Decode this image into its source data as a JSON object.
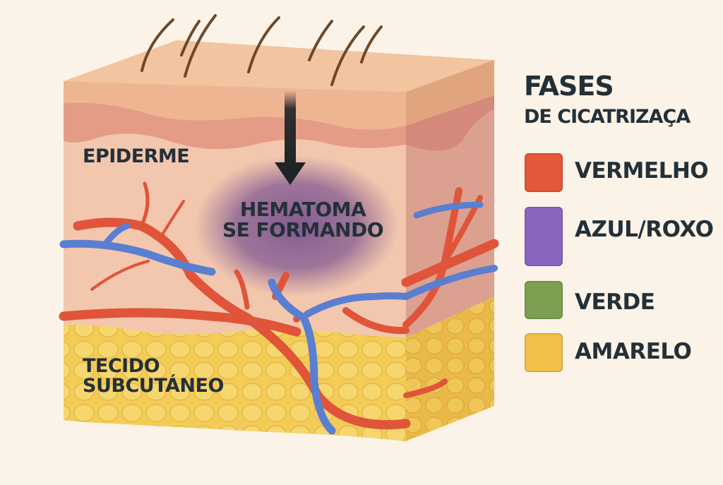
{
  "diagram": {
    "layers": {
      "epidermis_label": "EPIDERME",
      "subcutaneous_label_line1": "TECIDO",
      "subcutaneous_label_line2": "SUBCUTÁNEO"
    },
    "hematoma": {
      "label_line1": "HEMATOMA",
      "label_line2": "SE FORMANDO"
    },
    "arrow": {
      "direction": "down",
      "color": "#1f2326"
    },
    "colors": {
      "background": "#fbf3e8",
      "skin_top": "#f2c4a0",
      "epidermis": "#eeb592",
      "dermis_band": "#e59c86",
      "dermis": "#f3c6ae",
      "side_face": "#d99d88",
      "fat": "#f3cc57",
      "artery": "#e0543a",
      "vein": "#5a7fd0",
      "bruise": "#6f4a8c",
      "hair": "#6b4a2a",
      "text": "#243038"
    }
  },
  "legend": {
    "title_line1": "FASES",
    "title_line2": "DE CICATRIZAÇA",
    "items": [
      {
        "label": "VERMELHO",
        "color": "#e4573a"
      },
      {
        "label": "AZUL/ROXO",
        "color": "#8a66c0"
      },
      {
        "label": "VERDE",
        "color": "#7d9f52"
      },
      {
        "label": "AMARELO",
        "color": "#f0c148"
      }
    ]
  }
}
